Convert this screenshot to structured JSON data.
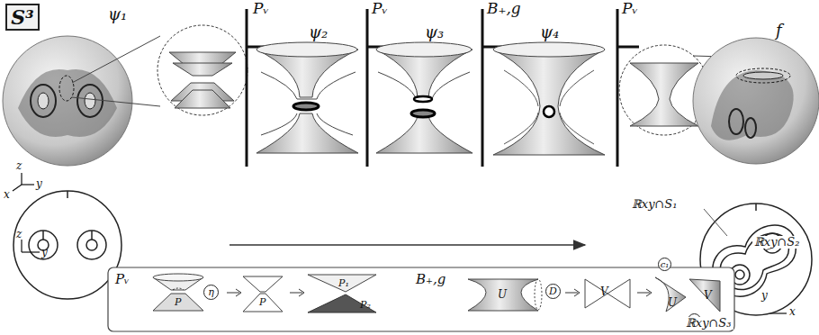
{
  "diagram": {
    "nodes": [
      {
        "text": [
          "S³"
        ]
      },
      {
        "text": [
          "η"
        ]
      },
      {
        "text": [
          "D"
        ]
      },
      {
        "text": [
          "c₁"
        ]
      },
      {
        "text": [
          "c₂"
        ]
      }
    ],
    "labels": [
      "ψ₁",
      "Pᵥ",
      "ψ₂",
      "Pᵥ",
      "ψ₃",
      "B₊,g",
      "ψ₄",
      "Pᵥ",
      "f",
      "z",
      "x",
      "y",
      "z",
      "y",
      "ℝxy∩S₁",
      "y",
      "x",
      "ℝxy∩S₂",
      "ℝxy∩S₃",
      "Pᵥ",
      "P",
      "P",
      "P₁",
      "P₂",
      "B₊,g",
      "U",
      "V",
      "U",
      "V"
    ]
  }
}
